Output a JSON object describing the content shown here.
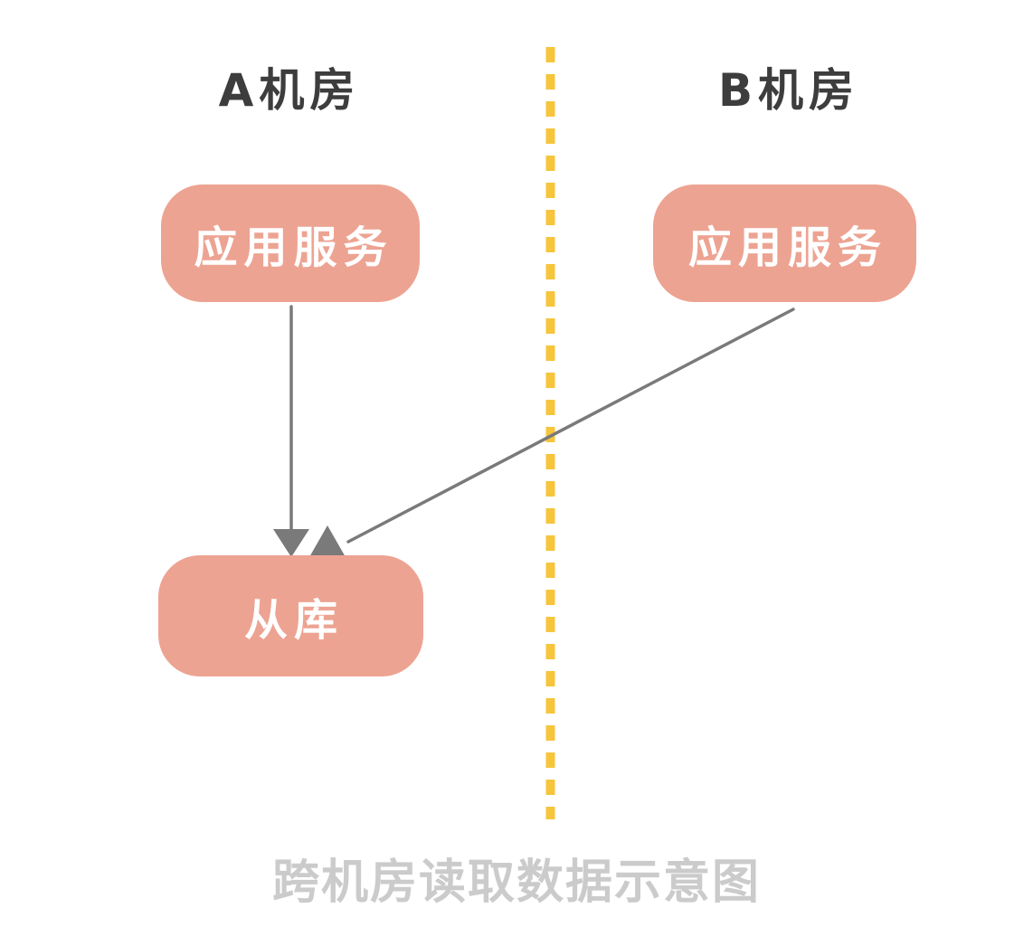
{
  "diagram": {
    "title": "跨机房读取数据示意图",
    "zones": [
      {
        "id": "zone-a",
        "label": "A机房",
        "side": "left"
      },
      {
        "id": "zone-b",
        "label": "B机房",
        "side": "right"
      }
    ],
    "nodes": [
      {
        "id": "app-service-a",
        "label": "应用服务",
        "zone": "A机房"
      },
      {
        "id": "app-service-b",
        "label": "应用服务",
        "zone": "B机房"
      },
      {
        "id": "slave-db",
        "label": "从库",
        "zone": "A机房"
      }
    ],
    "edges": [
      {
        "from": "app-service-a",
        "to": "slave-db",
        "style": "arrow",
        "crosses_divider": false
      },
      {
        "from": "app-service-b",
        "to": "slave-db",
        "style": "arrow",
        "crosses_divider": true
      }
    ],
    "colors": {
      "node_fill": "#eda392",
      "node_text": "#ffffff",
      "divider": "#f6c53c",
      "arrow": "#7a7a7a",
      "zone_label": "#3d3d3d",
      "title": "#cbcbcb",
      "background": "#ffffff"
    }
  }
}
